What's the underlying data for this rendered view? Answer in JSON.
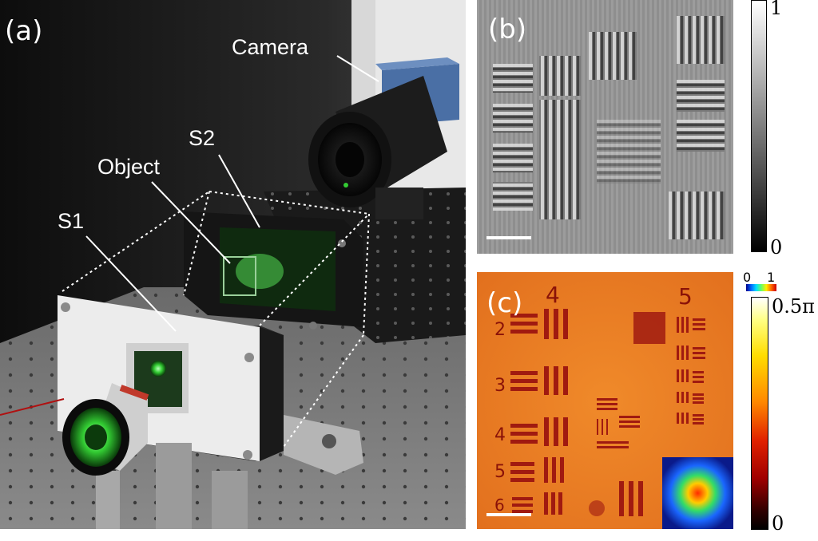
{
  "panel_a": {
    "label": "(a)",
    "annotations": {
      "camera": "Camera",
      "s2": "S2",
      "object": "Object",
      "s1": "S1"
    }
  },
  "panel_b": {
    "label": "(b)",
    "colorbar": {
      "max": "1",
      "min": "0"
    }
  },
  "panel_c": {
    "label": "(c)",
    "group_numbers": [
      "4",
      "5"
    ],
    "element_numbers": [
      "2",
      "3",
      "4",
      "5",
      "6"
    ],
    "inset_colorbar": {
      "min": "0",
      "max": "1"
    },
    "colorbar": {
      "max": "0.5π",
      "min": "0"
    }
  }
}
